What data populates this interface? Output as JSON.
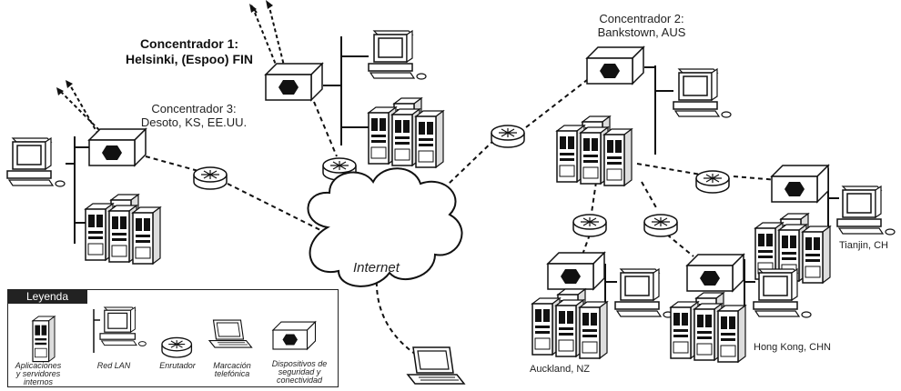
{
  "hubs": {
    "hub1": {
      "line1": "Concentrador 1:",
      "line2": "Helsinki, (Espoo) FIN"
    },
    "hub2": {
      "line1": "Concentrador 2:",
      "line2": "Bankstown, AUS"
    },
    "hub3": {
      "line1": "Concentrador 3:",
      "line2": "Desoto, KS, EE.UU."
    }
  },
  "cloud_label": "Internet",
  "sites": {
    "tianjin": "Tianjin, CH",
    "hongkong": "Hong Kong, CHN",
    "auckland": "Auckland, NZ"
  },
  "legend": {
    "title": "Leyenda",
    "items": [
      {
        "icon": "server-icon",
        "caption": "Aplicaciones y servidores internos"
      },
      {
        "icon": "lan-icon",
        "caption": "Red LAN"
      },
      {
        "icon": "router-icon",
        "caption": "Enrutador"
      },
      {
        "icon": "laptop-icon",
        "caption": "Marcación telefónica"
      },
      {
        "icon": "security-device-icon",
        "caption": "Dispositivos de seguridad y conectividad"
      }
    ]
  },
  "colors": {
    "line": "#111111",
    "fill": "#ffffff",
    "legend_header": "#222222"
  }
}
